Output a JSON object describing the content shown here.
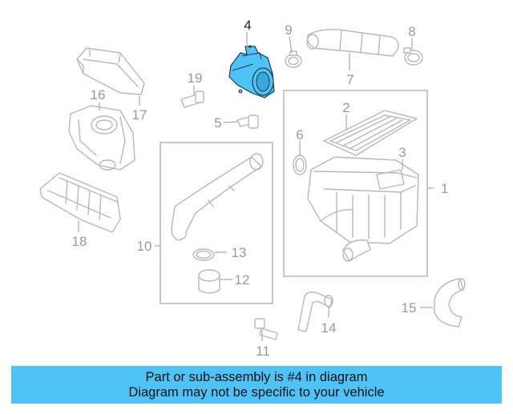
{
  "diagram": {
    "callouts": [
      {
        "id": "c1",
        "text": "1"
      },
      {
        "id": "c2",
        "text": "2"
      },
      {
        "id": "c3",
        "text": "3"
      },
      {
        "id": "c4",
        "text": "4"
      },
      {
        "id": "c5",
        "text": "5"
      },
      {
        "id": "c6",
        "text": "6"
      },
      {
        "id": "c7",
        "text": "7"
      },
      {
        "id": "c8",
        "text": "8"
      },
      {
        "id": "c9",
        "text": "9"
      },
      {
        "id": "c10",
        "text": "10"
      },
      {
        "id": "c11",
        "text": "11"
      },
      {
        "id": "c12",
        "text": "12"
      },
      {
        "id": "c13",
        "text": "13"
      },
      {
        "id": "c14",
        "text": "14"
      },
      {
        "id": "c15",
        "text": "15"
      },
      {
        "id": "c16",
        "text": "16"
      },
      {
        "id": "c17",
        "text": "17"
      },
      {
        "id": "c18",
        "text": "18"
      },
      {
        "id": "c19",
        "text": "19"
      }
    ],
    "highlighted_part": "4",
    "colors": {
      "highlight": "#4fc3f7",
      "banner": "#4fc3f7",
      "line_art": "#b8b8b8"
    }
  },
  "banner": {
    "line1": "Part or sub-assembly is #4 in diagram",
    "line2": "Diagram may not be specific to your vehicle"
  }
}
